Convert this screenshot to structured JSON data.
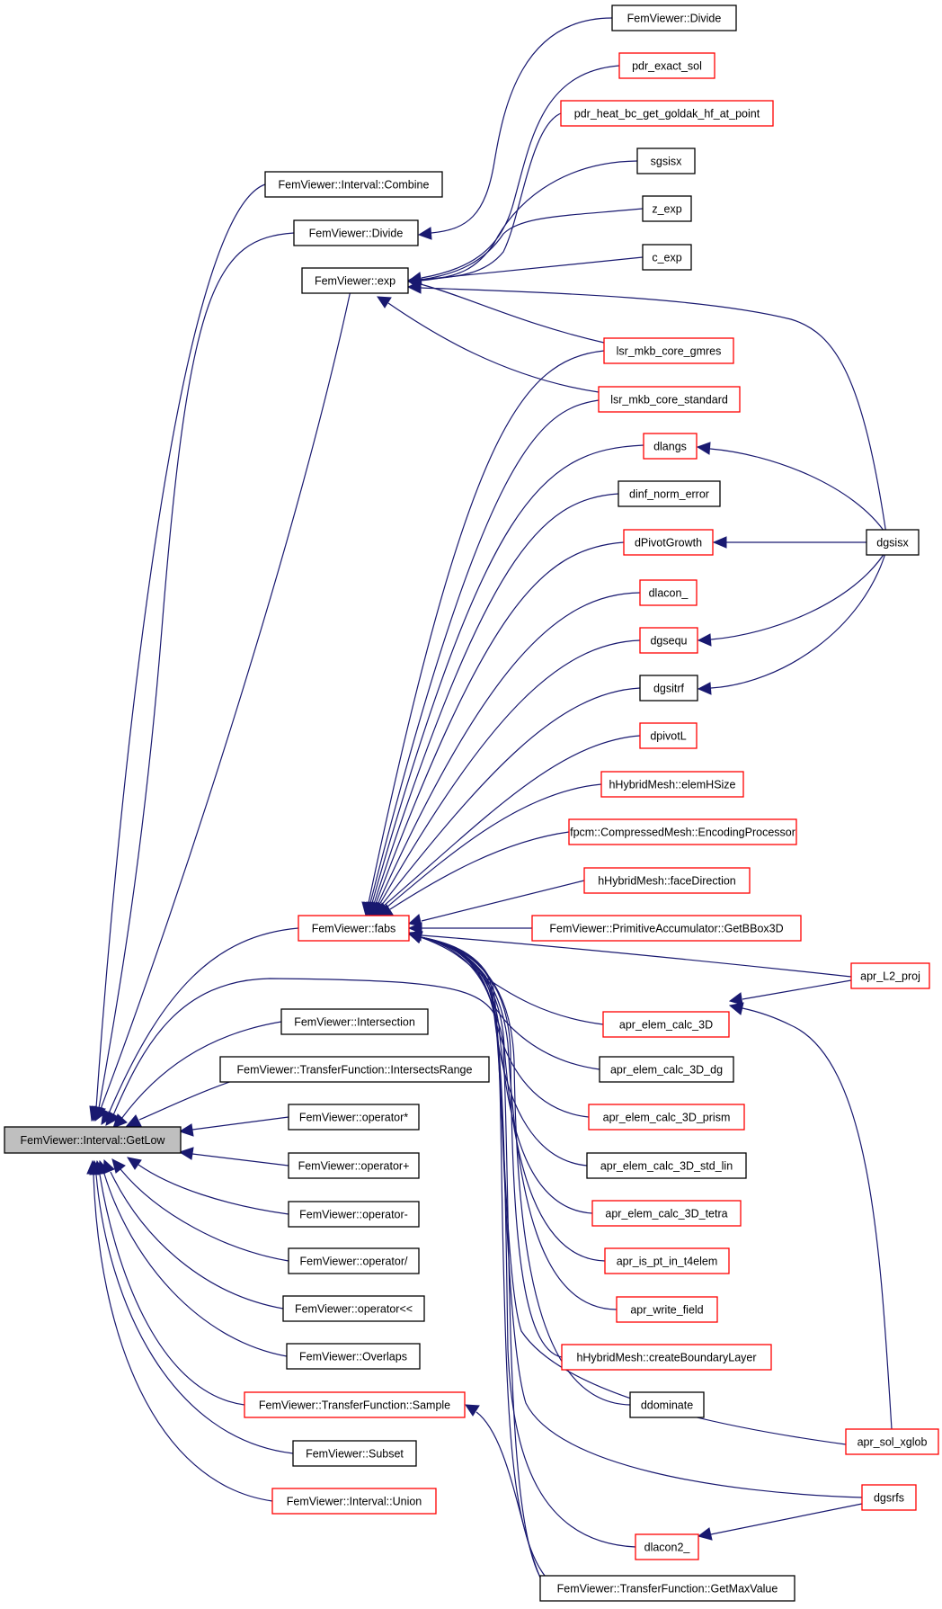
{
  "colors": {
    "edge": "#191970",
    "border_black": "#000000",
    "border_red": "#ff0000",
    "root_fill": "#bfbfbf",
    "node_fill": "#ffffff"
  },
  "nodes": [
    {
      "id": "getlow",
      "label": "FemViewer::Interval::GetLow",
      "style": "root"
    },
    {
      "id": "combine",
      "label": "FemViewer::Interval::Combine",
      "style": "black"
    },
    {
      "id": "divide_l",
      "label": "FemViewer::Divide",
      "style": "black"
    },
    {
      "id": "exp_f",
      "label": "FemViewer::exp",
      "style": "black"
    },
    {
      "id": "fabs",
      "label": "FemViewer::fabs",
      "style": "red"
    },
    {
      "id": "intersection",
      "label": "FemViewer::Intersection",
      "style": "black"
    },
    {
      "id": "intersects",
      "label": "FemViewer::TransferFunction::IntersectsRange",
      "style": "black"
    },
    {
      "id": "op_mul",
      "label": "FemViewer::operator*",
      "style": "black"
    },
    {
      "id": "op_plus",
      "label": "FemViewer::operator+",
      "style": "black"
    },
    {
      "id": "op_minus",
      "label": "FemViewer::operator-",
      "style": "black"
    },
    {
      "id": "op_div",
      "label": "FemViewer::operator/",
      "style": "black"
    },
    {
      "id": "op_shl",
      "label": "FemViewer::operator<<",
      "style": "black"
    },
    {
      "id": "overlaps",
      "label": "FemViewer::Overlaps",
      "style": "black"
    },
    {
      "id": "sample",
      "label": "FemViewer::TransferFunction::Sample",
      "style": "red"
    },
    {
      "id": "subset",
      "label": "FemViewer::Subset",
      "style": "black"
    },
    {
      "id": "union",
      "label": "FemViewer::Interval::Union",
      "style": "red"
    },
    {
      "id": "divide_r",
      "label": "FemViewer::Divide",
      "style": "black"
    },
    {
      "id": "pdr_exact",
      "label": "pdr_exact_sol",
      "style": "red"
    },
    {
      "id": "pdr_heat",
      "label": "pdr_heat_bc_get_goldak_hf_at_point",
      "style": "red"
    },
    {
      "id": "sgsisx",
      "label": "sgsisx",
      "style": "black"
    },
    {
      "id": "z_exp",
      "label": "z_exp",
      "style": "black"
    },
    {
      "id": "c_exp",
      "label": "c_exp",
      "style": "black"
    },
    {
      "id": "lsr_gmres",
      "label": "lsr_mkb_core_gmres",
      "style": "red"
    },
    {
      "id": "lsr_std",
      "label": "lsr_mkb_core_standard",
      "style": "red"
    },
    {
      "id": "dlangs",
      "label": "dlangs",
      "style": "red"
    },
    {
      "id": "dinf",
      "label": "dinf_norm_error",
      "style": "black"
    },
    {
      "id": "dpivotgrowth",
      "label": "dPivotGrowth",
      "style": "red"
    },
    {
      "id": "dlacon",
      "label": "dlacon_",
      "style": "red"
    },
    {
      "id": "dgsequ",
      "label": "dgsequ",
      "style": "red"
    },
    {
      "id": "dgsitrf",
      "label": "dgsitrf",
      "style": "black"
    },
    {
      "id": "dpivotl",
      "label": "dpivotL",
      "style": "red"
    },
    {
      "id": "elemhsize",
      "label": "hHybridMesh::elemHSize",
      "style": "red"
    },
    {
      "id": "fpcm",
      "label": "fpcm::CompressedMesh::EncodingProcessor",
      "style": "red"
    },
    {
      "id": "facedir",
      "label": "hHybridMesh::faceDirection",
      "style": "red"
    },
    {
      "id": "getbbox",
      "label": "FemViewer::PrimitiveAccumulator::GetBBox3D",
      "style": "red"
    },
    {
      "id": "apr_3d",
      "label": "apr_elem_calc_3D",
      "style": "red"
    },
    {
      "id": "apr_3d_dg",
      "label": "apr_elem_calc_3D_dg",
      "style": "black"
    },
    {
      "id": "apr_prism",
      "label": "apr_elem_calc_3D_prism",
      "style": "red"
    },
    {
      "id": "apr_stdlin",
      "label": "apr_elem_calc_3D_std_lin",
      "style": "black"
    },
    {
      "id": "apr_tetra",
      "label": "apr_elem_calc_3D_tetra",
      "style": "red"
    },
    {
      "id": "apr_pt",
      "label": "apr_is_pt_in_t4elem",
      "style": "red"
    },
    {
      "id": "apr_write",
      "label": "apr_write_field",
      "style": "red"
    },
    {
      "id": "createbl",
      "label": "hHybridMesh::createBoundaryLayer",
      "style": "red"
    },
    {
      "id": "ddominate",
      "label": "ddominate",
      "style": "black"
    },
    {
      "id": "dlacon2",
      "label": "dlacon2_",
      "style": "red"
    },
    {
      "id": "getmax",
      "label": "FemViewer::TransferFunction::GetMaxValue",
      "style": "black"
    },
    {
      "id": "dgsisx",
      "label": "dgsisx",
      "style": "black"
    },
    {
      "id": "apr_l2",
      "label": "apr_L2_proj",
      "style": "red"
    },
    {
      "id": "apr_sol",
      "label": "apr_sol_xglob",
      "style": "red"
    },
    {
      "id": "dgsrfs",
      "label": "dgsrfs",
      "style": "red"
    }
  ]
}
